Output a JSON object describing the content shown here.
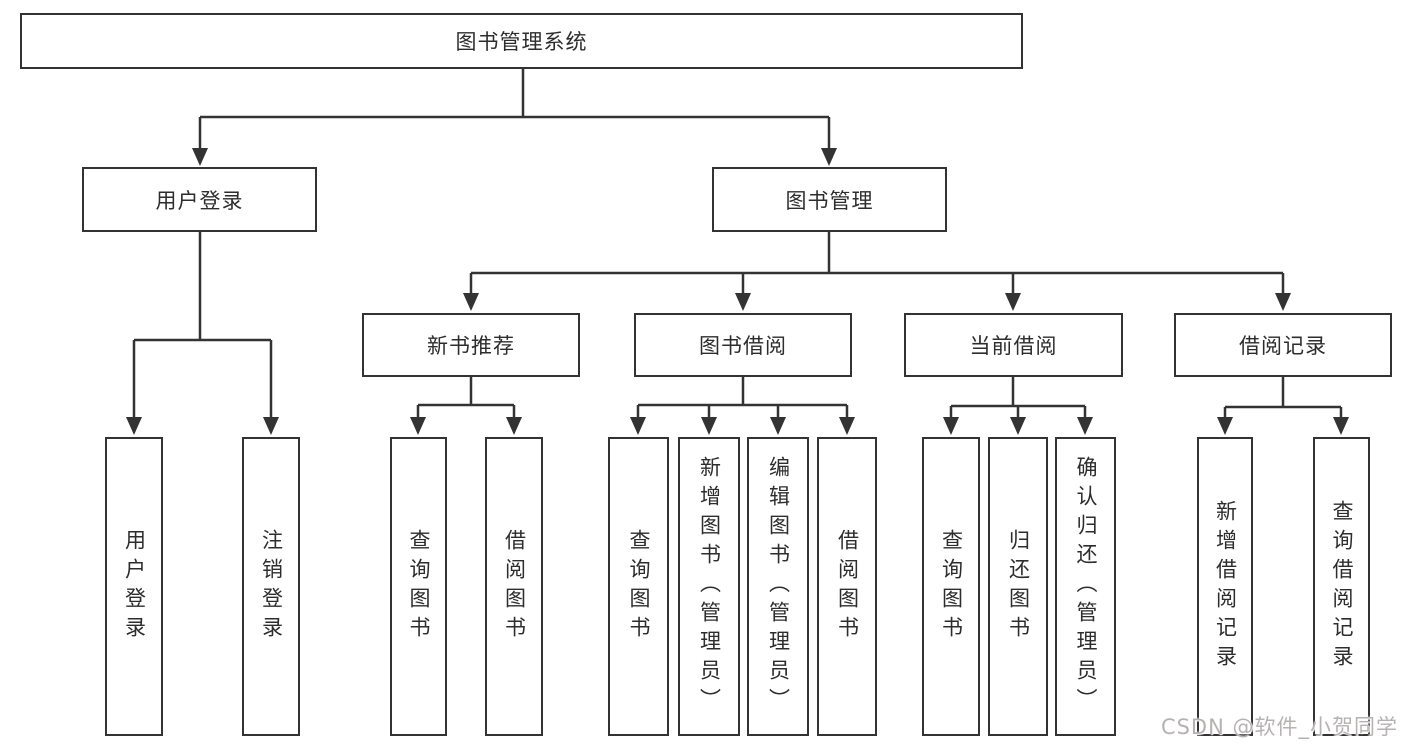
{
  "diagram": {
    "root": {
      "label": "图书管理系统"
    },
    "level2": [
      {
        "label": "用户登录"
      },
      {
        "label": "图书管理"
      }
    ],
    "level3": [
      {
        "label": "新书推荐"
      },
      {
        "label": "图书借阅"
      },
      {
        "label": "当前借阅"
      },
      {
        "label": "借阅记录"
      }
    ],
    "leaves": {
      "user_login": [
        "用户登录",
        "注销登录"
      ],
      "new_book": [
        "查询图书",
        "借阅图书"
      ],
      "book_borrow": [
        "查询图书",
        "新增图书（管理员）",
        "编辑图书（管理员）",
        "借阅图书"
      ],
      "current_borrow": [
        "查询图书",
        "归还图书",
        "确认归还（管理员）"
      ],
      "borrow_records": [
        "新增借阅记录",
        "查询借阅记录"
      ]
    }
  },
  "watermark": {
    "text": "CSDN @软件_小贺同学",
    "color": "#b7b2b2"
  },
  "colors": {
    "line": "#333333",
    "text": "#2d2d2d",
    "background": "#ffffff"
  }
}
